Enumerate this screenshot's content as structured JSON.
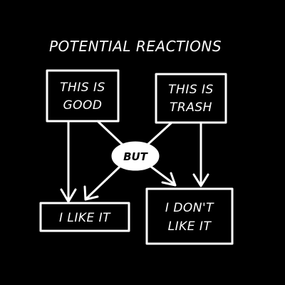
{
  "diagram": {
    "title": "POTENTIAL REACTIONS",
    "colors": {
      "background": "#000000",
      "ink": "#ffffff"
    },
    "nodes": {
      "good": {
        "lines": [
          "THIS IS",
          "GOOD"
        ]
      },
      "trash": {
        "lines": [
          "THIS IS",
          "TRASH"
        ]
      },
      "but": {
        "label": "BUT"
      },
      "like": {
        "label": "I LIKE IT"
      },
      "dislike": {
        "lines": [
          "I DON'T",
          "LIKE IT"
        ]
      }
    },
    "edges": [
      {
        "from": "good",
        "to": "like",
        "arrow": true
      },
      {
        "from": "good",
        "to": "dislike",
        "via": "but",
        "arrow": true
      },
      {
        "from": "trash",
        "to": "dislike",
        "arrow": true
      },
      {
        "from": "trash",
        "to": "like",
        "via": "but",
        "arrow": true
      }
    ]
  }
}
